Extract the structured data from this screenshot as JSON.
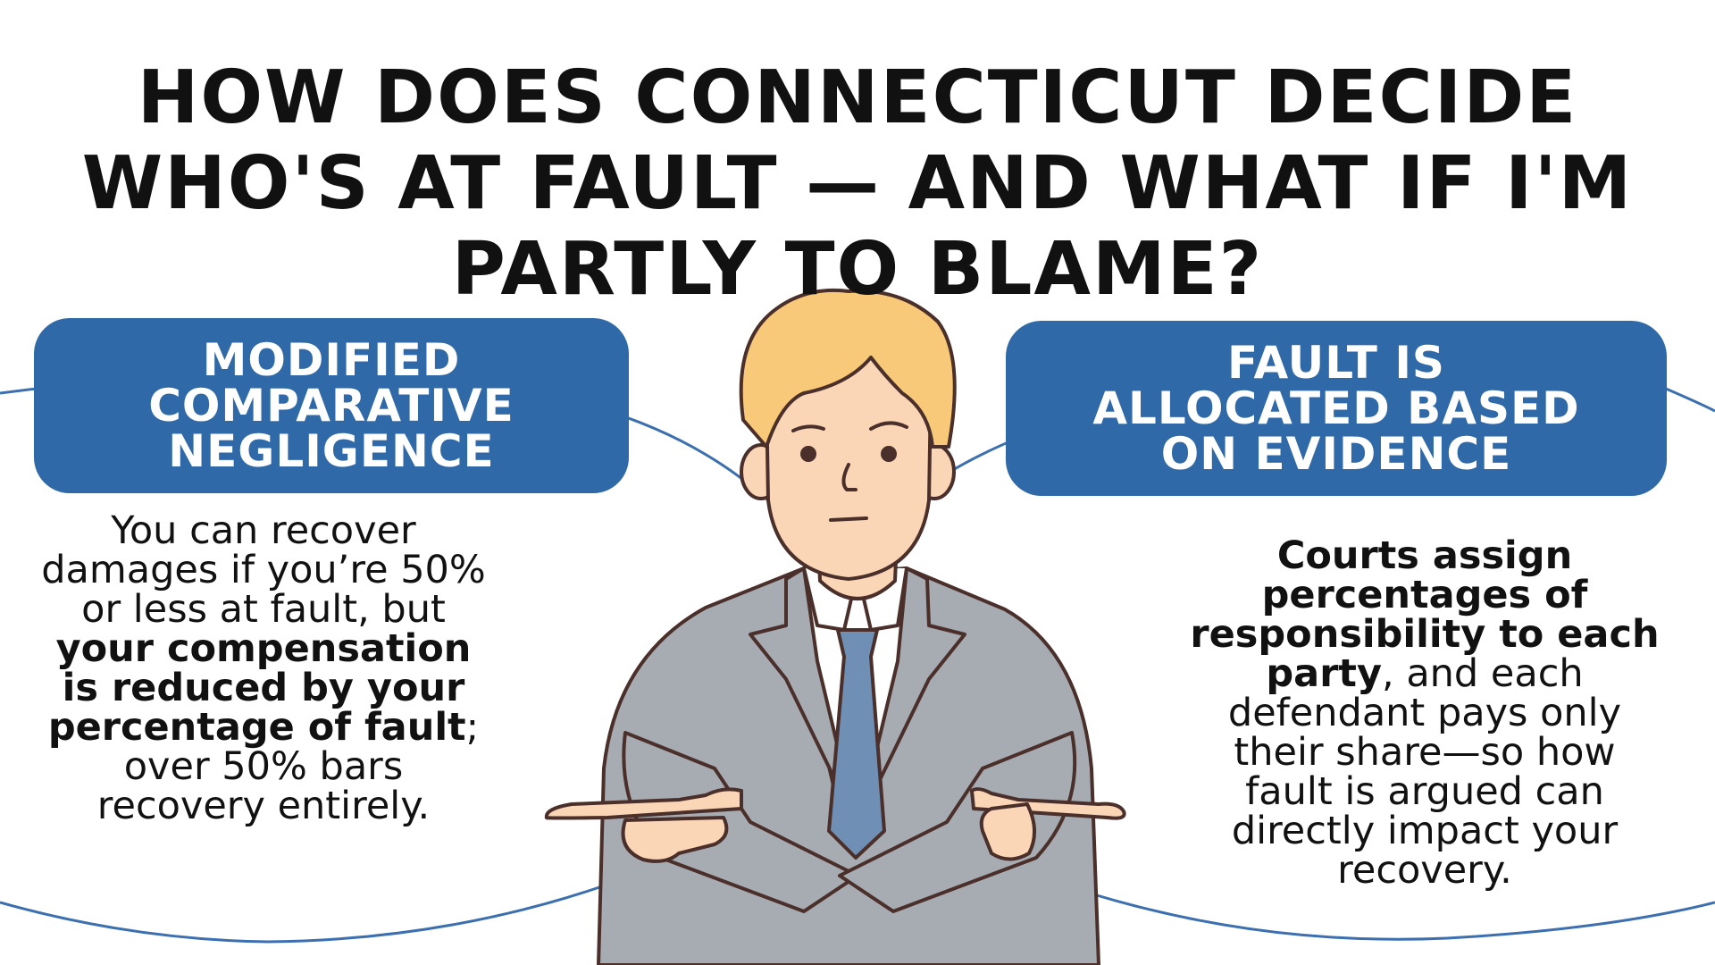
{
  "title": {
    "line1": "HOW DOES CONNECTICUT DECIDE",
    "line2": "WHO'S AT FAULT — AND WHAT IF I'M",
    "line3": "PARTLY TO BLAME?"
  },
  "left_card": {
    "heading": {
      "line1": "MODIFIED",
      "line2": "COMPARATIVE",
      "line3": "NEGLIGENCE"
    },
    "body": {
      "intro": "You can recover damages if you’re 50% or less at fault, but",
      "emphasis": "your compensation is reduced by your percentage of fault",
      "outro": "; over 50% bars recovery entirely."
    }
  },
  "right_card": {
    "heading": {
      "line1": "FAULT IS",
      "line2": "ALLOCATED BASED",
      "line3": "ON EVIDENCE"
    },
    "body": {
      "emphasis": "Courts assign percentages of responsibility to each party",
      "outro": ", and each defendant pays only their share—so how fault is argued can directly impact your recovery."
    }
  },
  "colors": {
    "badge_blue": "#2f69a8",
    "curve_blue": "#3b6fb0",
    "text": "#111111",
    "background": "#ffffff",
    "suit_gray": "#a7acb3",
    "tie_blue": "#6f8fb5",
    "skin": "#fbd6b6",
    "hair": "#f8c978",
    "outline": "#4a2f2a"
  },
  "illustration": {
    "figure": "businessman-pointing-both-directions"
  }
}
